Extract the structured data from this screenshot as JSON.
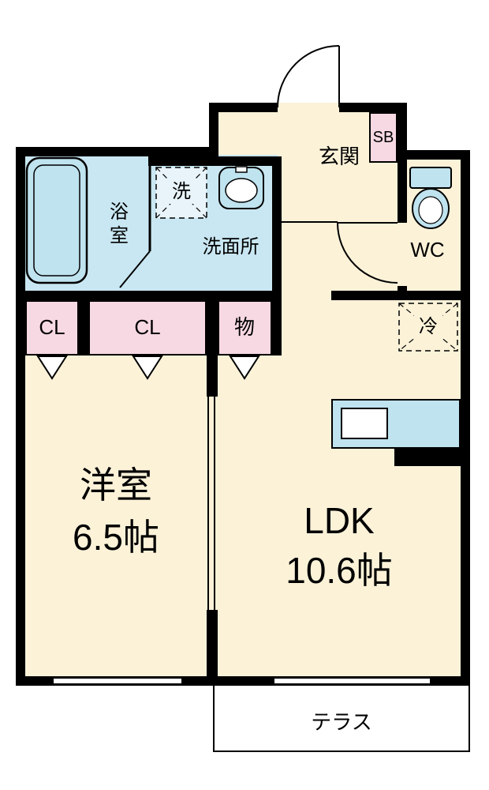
{
  "colors": {
    "room_cream": "#FBF2D8",
    "wet_blue": "#C9E7F2",
    "fixture_blue": "#BFE3EF",
    "pan_blue": "#E8F4FA",
    "closet_pink": "#F7D9E3",
    "wall": "#000000"
  },
  "rooms": {
    "entrance": {
      "label": "玄関"
    },
    "shoe_box": {
      "label": "SB"
    },
    "toilet": {
      "label": "WC"
    },
    "bathroom": {
      "label": "浴室"
    },
    "washer": {
      "label": "洗"
    },
    "washroom": {
      "label": "洗面所"
    },
    "closet1": {
      "label": "CL"
    },
    "closet2": {
      "label": "CL"
    },
    "storage": {
      "label": "物"
    },
    "fridge": {
      "label": "冷"
    },
    "western_room": {
      "label": "洋室",
      "size": "6.5帖"
    },
    "ldk": {
      "label": "LDK",
      "size": "10.6帖"
    },
    "terrace": {
      "label": "テラス"
    }
  }
}
